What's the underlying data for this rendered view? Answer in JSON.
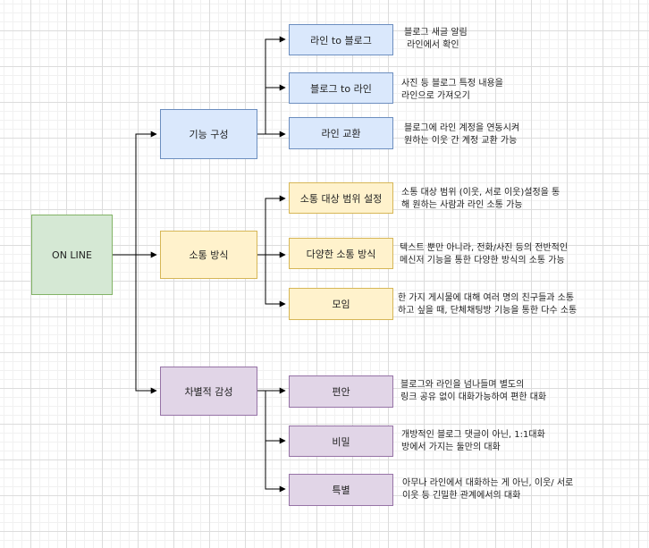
{
  "root": {
    "label": "ON LINE",
    "color": "#d5e8d4"
  },
  "branches": [
    {
      "label": "기능 구성",
      "color": "#dae8fc",
      "children": [
        {
          "label": "라인 to 블로그",
          "note": "블로그 새글 알림\n 라인에서 확인"
        },
        {
          "label": "블로그 to 라인",
          "note": "사진 등 블로그 특정 내용을\n라인으로 가져오기"
        },
        {
          "label": "라인 교환",
          "note": "블로그에 라인 계정을 연동시켜\n원하는 이웃 간 계정 교환 가능"
        }
      ]
    },
    {
      "label": "소통 방식",
      "color": "#fff2cc",
      "children": [
        {
          "label": "소통 대상 범위 설정",
          "note": "소통 대상 범위 (이웃, 서로 이웃)설정을 통\n해 원하는 사람과 라인 소통 가능"
        },
        {
          "label": "다양한 소통 방식",
          "note": "텍스트 뿐만 아니라, 전화/사진 등의 전반적인\n메신저 기능을 통한 다양한 방식의 소통 가능"
        },
        {
          "label": "모임",
          "note": "한 가지 게시물에 대해 여러 명의 친구들과 소통\n하고 싶을 때, 단체채팅방 기능을 통한 다수 소통"
        }
      ]
    },
    {
      "label": "차별적 감성",
      "color": "#e1d5e7",
      "children": [
        {
          "label": "편안",
          "note": "블로그와 라인을 넘나들며 별도의\n링크 공유 없이 대화가능하여 편한 대화"
        },
        {
          "label": "비밀",
          "note": "개방적인 블로그 댓글이 아닌, 1:1대화\n방에서 가지는 둘만의 대화"
        },
        {
          "label": "특별",
          "note": "아무나 라인에서 대화하는 게 아닌, 이웃/ 서로\n이웃 등 긴밀한 관계에서의 대화"
        }
      ]
    }
  ]
}
